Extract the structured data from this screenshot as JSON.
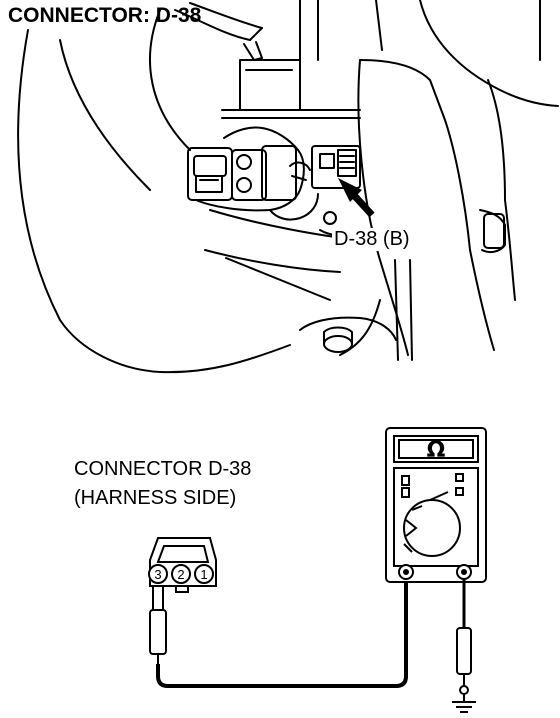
{
  "title": "CONNECTOR: D-38",
  "callout": "D-38 (B)",
  "harness": {
    "connector_label": "CONNECTOR D-38",
    "side_label": "(HARNESS SIDE)",
    "pins": [
      "3",
      "2",
      "1"
    ]
  },
  "meter": {
    "symbol": "Ω"
  },
  "icons": {
    "ground": "ground-icon",
    "ohm": "ohm-icon",
    "arrow": "arrow-icon"
  }
}
